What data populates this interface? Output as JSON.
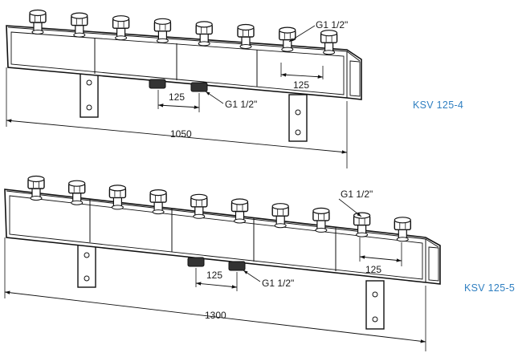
{
  "accent_color": "#2f7fc1",
  "units": [
    {
      "model": "KSV 125-4",
      "outlets": 8,
      "overall_length": "1050",
      "pitch_top": "125",
      "pitch_bottom": "125",
      "thread_top": "G1 1/2\"",
      "thread_bottom": "G1 1/2\""
    },
    {
      "model": "KSV 125-5",
      "outlets": 10,
      "overall_length": "1300",
      "pitch_top": "125",
      "pitch_bottom": "125",
      "thread_top": "G1 1/2\"",
      "thread_bottom": "G1 1/2\""
    }
  ]
}
